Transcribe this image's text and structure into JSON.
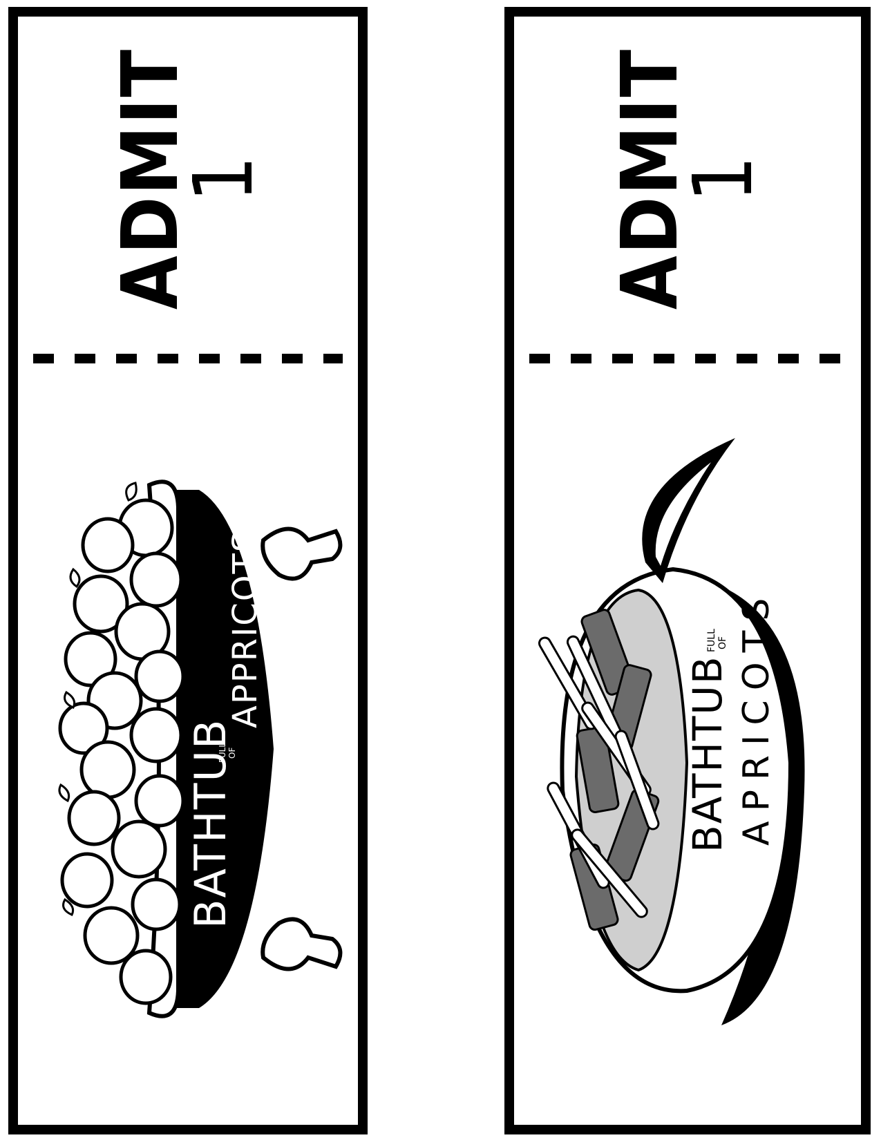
{
  "tickets": [
    {
      "admit_word": "ADMIT",
      "admit_count": "1",
      "artwork": "clawfoot-bathtub-of-apricots",
      "title": "BATHTUB",
      "small_words": [
        "FULL",
        "OF"
      ],
      "subtitle": "APPRICOTS"
    },
    {
      "admit_word": "ADMIT",
      "admit_count": "1",
      "artwork": "apricot-shaped-bowl-of-sliced-fruit",
      "title": "BATHTUB",
      "small_words": [
        "FULL",
        "OF"
      ],
      "subtitle": "APRICOTS"
    }
  ],
  "colors": {
    "ink": "#000000",
    "paper": "#ffffff",
    "light_gray": "#cfcfcf",
    "mid_gray": "#6b6b6b"
  }
}
